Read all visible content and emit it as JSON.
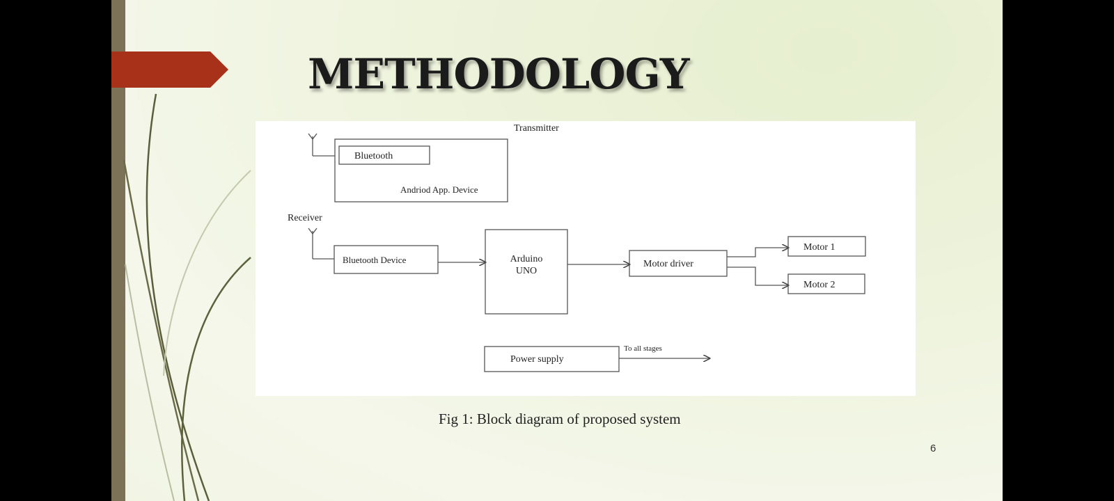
{
  "slide": {
    "title": "METHODOLOGY",
    "caption": "Fig 1: Block diagram of proposed system",
    "page_number": "6",
    "accent_color": "#a8311a",
    "bar_color": "#7b7257"
  },
  "diagram": {
    "transmitter_label": "Transmitter",
    "tx_bluetooth_label": "Bluetooth",
    "tx_device_label": "Andriod App. Device",
    "receiver_label": "Receiver",
    "bluetooth_device_label": "Bluetooth Device",
    "arduino_line1": "Arduino",
    "arduino_line2": "UNO",
    "motor_driver_label": "Motor driver",
    "motor1_label": "Motor 1",
    "motor2_label": "Motor 2",
    "power_supply_label": "Power supply",
    "to_all_stages_label": "To all stages"
  }
}
